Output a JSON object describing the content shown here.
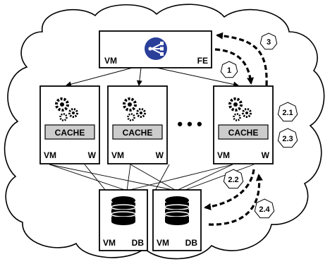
{
  "colors": {
    "accent": "#2a3f9a",
    "cache_fill": "#cccccc",
    "stroke": "#000000",
    "background": "#ffffff"
  },
  "frontend": {
    "vm_label": "VM",
    "role_label": "FE",
    "icon": "load-balancer-icon"
  },
  "workers": [
    {
      "cache_label": "CACHE",
      "vm_label": "VM",
      "role_label": "W",
      "icon": "gears-icon"
    },
    {
      "cache_label": "CACHE",
      "vm_label": "VM",
      "role_label": "W",
      "icon": "gears-icon"
    },
    {
      "cache_label": "CACHE",
      "vm_label": "VM",
      "role_label": "W",
      "icon": "gears-icon"
    }
  ],
  "ellipsis": "• • •",
  "databases": [
    {
      "vm_label": "VM",
      "role_label": "DB",
      "icon": "database-icon"
    },
    {
      "vm_label": "VM",
      "role_label": "DB",
      "icon": "database-icon"
    }
  ],
  "steps": {
    "s1": "1",
    "s2_1": "2.1",
    "s2_2": "2.2",
    "s2_3": "2.3",
    "s2_4": "2.4",
    "s3": "3"
  }
}
